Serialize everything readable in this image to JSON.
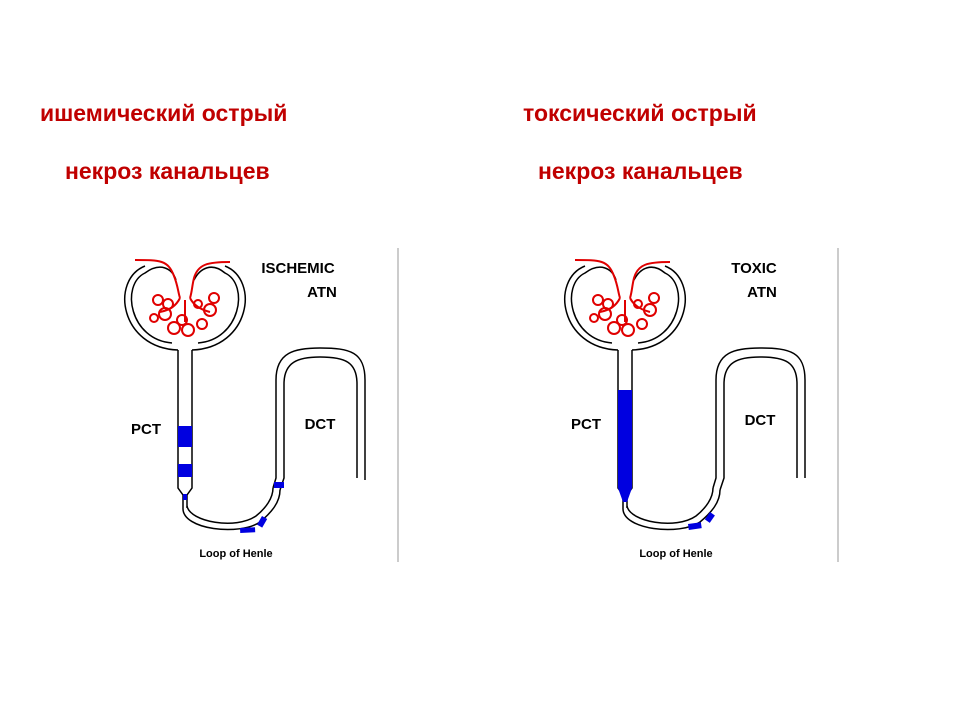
{
  "slide": {
    "left_heading": {
      "line1": "ишемический острый",
      "line2": "некроз канальцев"
    },
    "right_heading": {
      "line1": "токсический острый",
      "line2": "некроз канальцев"
    }
  },
  "diagrams": {
    "ischemic": {
      "title_line1": "ISCHEMIC",
      "title_line2": "ATN",
      "pct_label": "PCT",
      "dct_label": "DCT",
      "loop_label": "Loop of Henle",
      "injury_pattern": "patchy"
    },
    "toxic": {
      "title_line1": "TOXIC",
      "title_line2": "ATN",
      "pct_label": "PCT",
      "dct_label": "DCT",
      "loop_label": "Loop of Henle",
      "injury_pattern": "continuous PCT"
    }
  },
  "colors": {
    "heading": "#c00000",
    "glomerulus": "#e00000",
    "injury": "#0000e0",
    "tubule_outline": "#000000"
  }
}
